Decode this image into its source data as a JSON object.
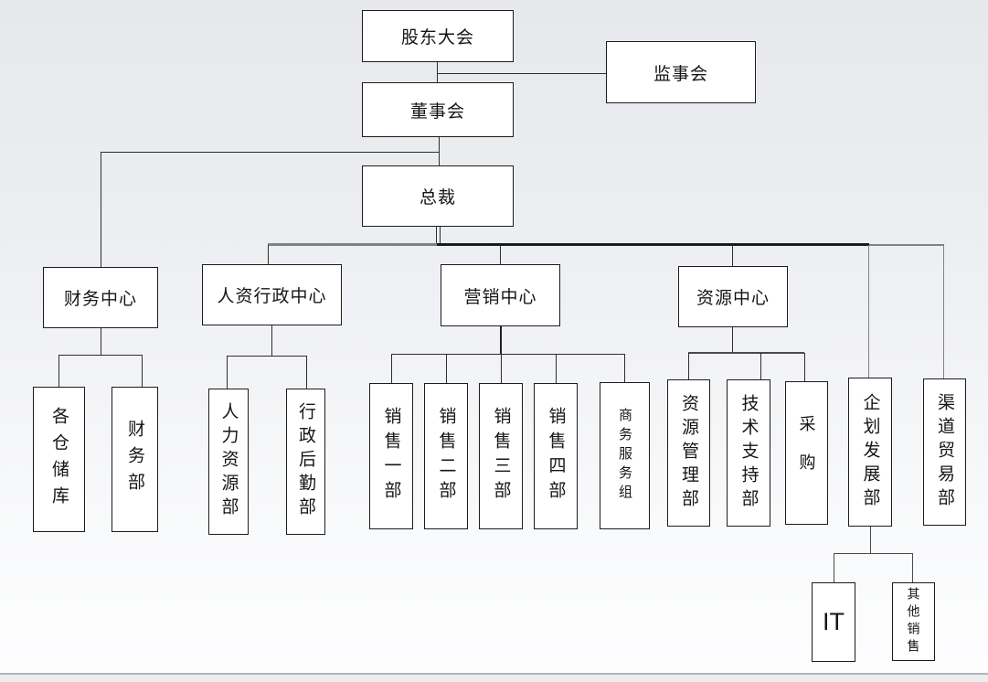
{
  "chart_type": "org-chart",
  "nodes": {
    "shareholders_meeting": {
      "label": "股东大会"
    },
    "supervisory_board": {
      "label": "监事会"
    },
    "board_of_directors": {
      "label": "董事会"
    },
    "president": {
      "label": "总裁"
    },
    "finance_center": {
      "label": "财务中心"
    },
    "hr_admin_center": {
      "label": "人资行政中心"
    },
    "marketing_center": {
      "label": "营销中心"
    },
    "resource_center": {
      "label": "资源中心"
    },
    "warehouses": {
      "label": "各仓储库"
    },
    "finance_dept": {
      "label": "财务部"
    },
    "hr_dept": {
      "label": "人力资源部"
    },
    "admin_logistics_dept": {
      "label": "行政后勤部"
    },
    "sales_dept_1": {
      "label": "销售一部"
    },
    "sales_dept_2": {
      "label": "销售二部"
    },
    "sales_dept_3": {
      "label": "销售三部"
    },
    "sales_dept_4": {
      "label": "销售四部"
    },
    "business_service_group": {
      "label": "商务服务组"
    },
    "resource_mgmt_dept": {
      "label": "资源管理部"
    },
    "tech_support_dept": {
      "label": "技术支持部"
    },
    "procurement": {
      "label": "采购"
    },
    "planning_dev_dept": {
      "label": "企划发展部"
    },
    "channel_trade_dept": {
      "label": "渠道贸易部"
    },
    "it_dept": {
      "label": "IT"
    },
    "other_sales": {
      "label": "其他销售"
    }
  },
  "colors": {
    "box_fill": "#ffffff",
    "box_border": "#1c1c1c",
    "line_dark": "#2e2e2e",
    "line_gray": "#818185",
    "bg_top": "#e6e8ec",
    "bg_bottom": "#fdfdfe"
  }
}
